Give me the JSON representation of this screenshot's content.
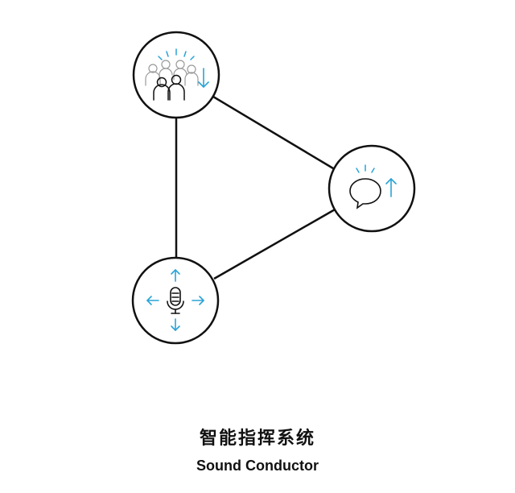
{
  "diagram": {
    "nodes": [
      {
        "id": "crowd",
        "icon": "crowd-listening-icon",
        "arrow": "arrow-down-icon"
      },
      {
        "id": "speech",
        "icon": "speech-bubble-icon",
        "arrow": "arrow-up-icon"
      },
      {
        "id": "microphone",
        "icon": "microphone-icon",
        "arrow": "four-way-arrows-icon"
      }
    ],
    "edges": [
      {
        "from": "crowd",
        "to": "speech"
      },
      {
        "from": "speech",
        "to": "microphone"
      },
      {
        "from": "microphone",
        "to": "crowd"
      }
    ],
    "colors": {
      "stroke": "#111111",
      "accent": "#29a3d6"
    }
  },
  "caption": {
    "title_zh": "智能指挥系统",
    "title_en": "Sound Conductor"
  }
}
